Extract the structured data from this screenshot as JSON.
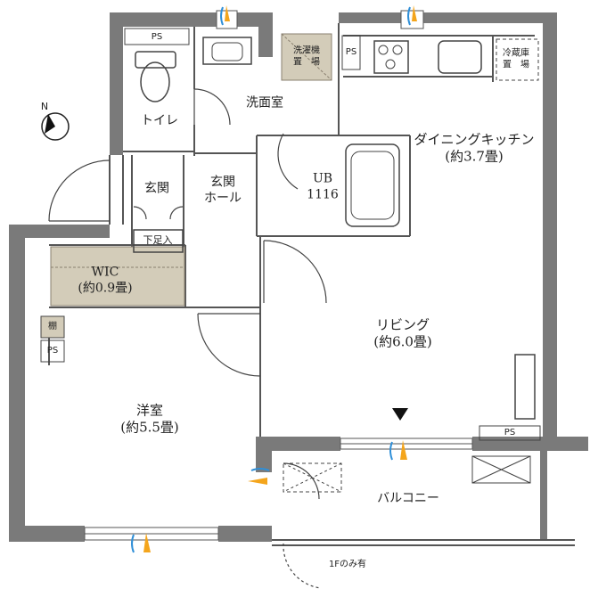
{
  "rooms": {
    "toilet": "トイレ",
    "washroom": "洗面室",
    "laundry_line1": "洗濯機",
    "laundry_line2": "置　場",
    "fridge_line1": "冷蔵庫",
    "fridge_line2": "置　場",
    "dining_kitchen": "ダイニングキッチン",
    "dining_kitchen_size": "(約3.7畳)",
    "entrance": "玄関",
    "entrance_hall_line1": "玄関",
    "entrance_hall_line2": "ホール",
    "unit_bath_line1": "UB",
    "unit_bath_line2": "1116",
    "shoe_box": "下足入",
    "wic": "WIC",
    "wic_size": "(約0.9畳)",
    "shelf": "棚",
    "living": "リビング",
    "living_size": "(約6.0畳)",
    "western_room": "洋室",
    "western_room_size": "(約5.5畳)",
    "balcony": "バルコニー"
  },
  "labels": {
    "pipe_space": "PS",
    "ground_floor_note": "1Fのみ有"
  },
  "compass": {
    "north_letter": "N"
  },
  "colors": {
    "wall": "#7a7a7a",
    "wic_fill": "#d3ccb9",
    "laundry_fill": "#d3ccb9",
    "ventilation_blue": "#2f8fd8",
    "ventilation_orange": "#f4a51c"
  }
}
